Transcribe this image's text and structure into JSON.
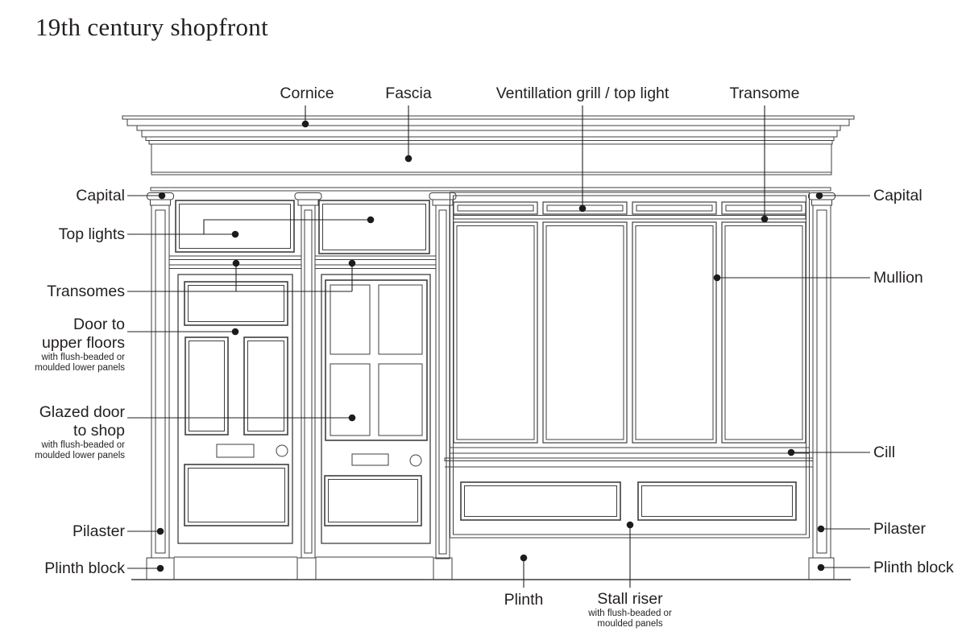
{
  "title": "19th century shopfront",
  "colors": {
    "ink": "#231f20",
    "line": "#3f3f3f",
    "background": "#ffffff"
  },
  "labels": {
    "cornice": {
      "text": "Cornice"
    },
    "fascia": {
      "text": "Fascia"
    },
    "ventilation": {
      "text": "Ventillation grill / top light"
    },
    "transome_top": {
      "text": "Transome"
    },
    "capital_left": {
      "text": "Capital"
    },
    "top_lights": {
      "text": "Top lights"
    },
    "transomes": {
      "text": "Transomes"
    },
    "door_upper": {
      "line1": "Door to",
      "line2": "upper floors",
      "sub1": "with flush-beaded or",
      "sub2": "moulded lower panels"
    },
    "glazed_door": {
      "line1": "Glazed door",
      "line2": "to shop",
      "sub1": "with flush-beaded or",
      "sub2": "moulded lower panels"
    },
    "pilaster_left": {
      "text": "Pilaster"
    },
    "plinth_block_left": {
      "text": "Plinth block"
    },
    "capital_right": {
      "text": "Capital"
    },
    "mullion": {
      "text": "Mullion"
    },
    "cill": {
      "text": "Cill"
    },
    "pilaster_right": {
      "text": "Pilaster"
    },
    "plinth_block_right": {
      "text": "Plinth block"
    },
    "plinth": {
      "text": "Plinth"
    },
    "stall_riser": {
      "text": "Stall riser",
      "sub1": "with flush-beaded or",
      "sub2": "moulded panels"
    }
  }
}
